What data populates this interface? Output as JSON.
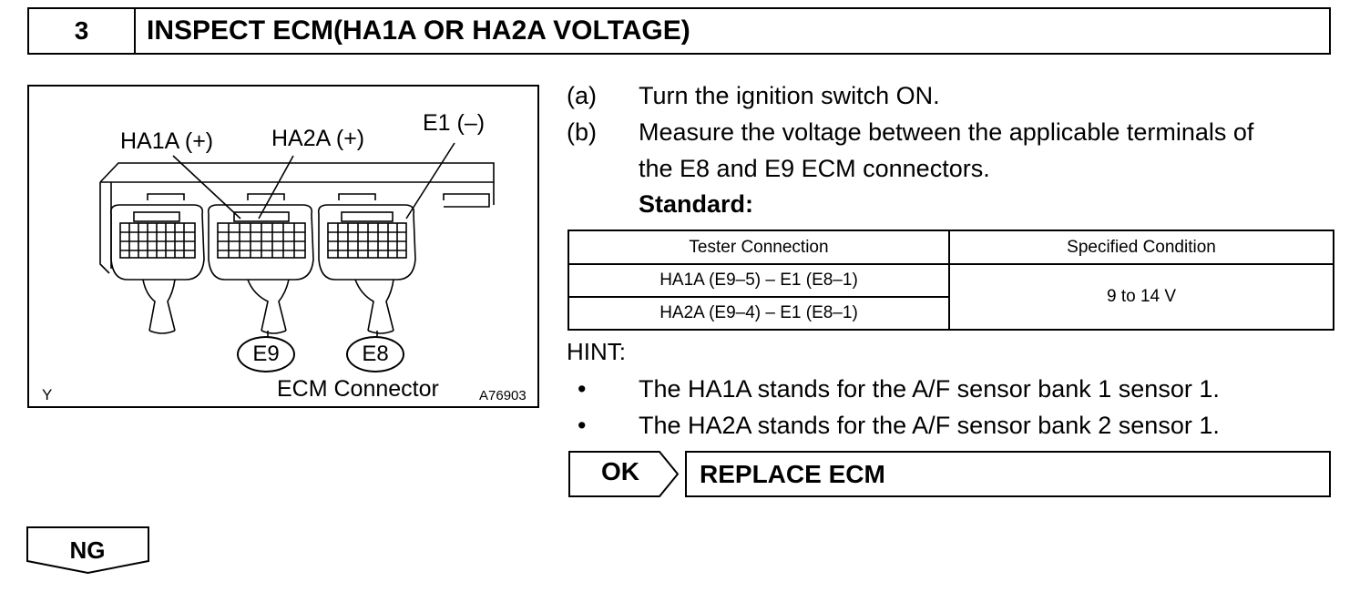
{
  "header": {
    "step": "3",
    "title": "INSPECT ECM(HA1A OR HA2A VOLTAGE)"
  },
  "figure": {
    "labels": {
      "ha1a": "HA1A (+)",
      "ha2a": "HA2A (+)",
      "e1": "E1 (–)",
      "e9": "E9",
      "e8": "E8",
      "caption": "ECM Connector",
      "corner": "Y",
      "code": "A76903"
    }
  },
  "steps": [
    {
      "marker": "(a)",
      "lines": [
        "Turn the ignition switch ON."
      ]
    },
    {
      "marker": "(b)",
      "lines": [
        "Measure the voltage between the applicable terminals of",
        "the E8 and E9 ECM connectors."
      ]
    }
  ],
  "standard_label": "Standard:",
  "table": {
    "headers": [
      "Tester Connection",
      "Specified Condition"
    ],
    "rows": [
      [
        "HA1A (E9–5) – E1 (E8–1)",
        "9 to 14 V"
      ],
      [
        "HA2A (E9–4) – E1 (E8–1)",
        ""
      ]
    ]
  },
  "hint": {
    "label": "HINT:",
    "bullets": [
      "The HA1A stands for the A/F sensor bank 1 sensor 1.",
      "The HA2A stands for the A/F sensor bank 2 sensor 1."
    ],
    "bullet_glyph": "•"
  },
  "ok": {
    "label": "OK",
    "action": "REPLACE ECM"
  },
  "ng": {
    "label": "NG"
  }
}
